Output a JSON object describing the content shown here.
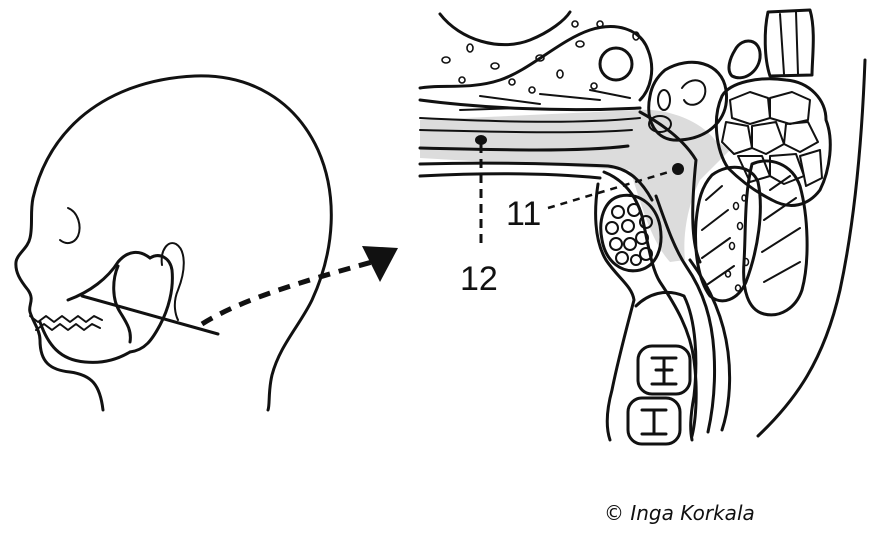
{
  "labels": {
    "label_11": "11",
    "label_12": "12"
  },
  "credit": "© Inga Korkala",
  "colors": {
    "ink": "#111111",
    "shade": "#dcdcdc",
    "background": "#ffffff"
  }
}
